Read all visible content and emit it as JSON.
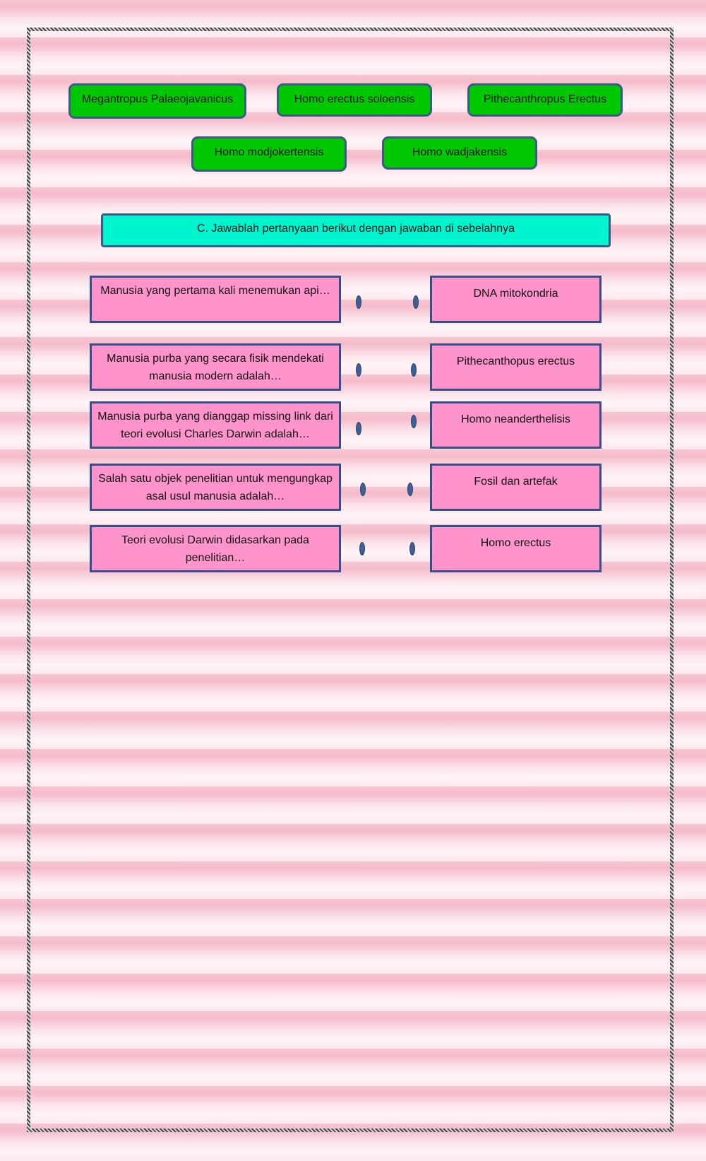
{
  "options": [
    "Megantropus Palaeojavanicus",
    "Homo erectus soloensis",
    "Pithecanthropus Erectus",
    "Homo modjokertensis",
    "Homo wadjakensis"
  ],
  "instruction": "C. Jawablah pertanyaan berikut dengan jawaban di sebelahnya",
  "questions": [
    "Manusia yang pertama kali menemukan api…",
    "Manusia purba yang secara fisik mendekati manusia modern adalah…",
    "Manusia purba yang dianggap missing link dari teori evolusi Charles Darwin adalah…",
    "Salah satu objek penelitian untuk mengungkap asal usul manusia adalah…",
    "Teori evolusi Darwin didasarkan pada penelitian…"
  ],
  "answers": [
    "DNA mitokondria",
    "Pithecanthopus erectus",
    "Homo neanderthelisis",
    "Fosil dan artefak",
    "Homo erectus"
  ]
}
